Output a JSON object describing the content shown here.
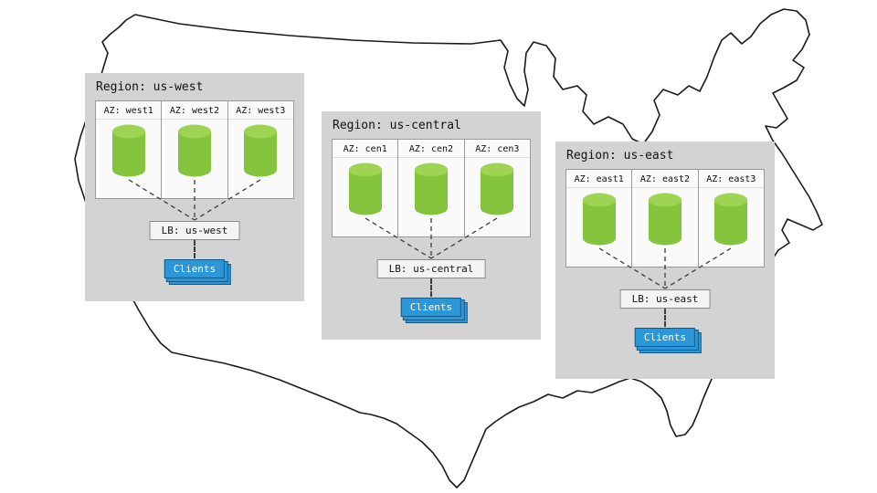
{
  "regions": [
    {
      "title": "Region: us-west",
      "azs": [
        {
          "label": "AZ: west1"
        },
        {
          "label": "AZ: west2"
        },
        {
          "label": "AZ: west3"
        }
      ],
      "lb": "LB: us-west",
      "clients": "Clients"
    },
    {
      "title": "Region: us-central",
      "azs": [
        {
          "label": "AZ: cen1"
        },
        {
          "label": "AZ: cen2"
        },
        {
          "label": "AZ: cen3"
        }
      ],
      "lb": "LB: us-central",
      "clients": "Clients"
    },
    {
      "title": "Region: us-east",
      "azs": [
        {
          "label": "AZ: east1"
        },
        {
          "label": "AZ: east2"
        },
        {
          "label": "AZ: east3"
        }
      ],
      "lb": "LB: us-east",
      "clients": "Clients"
    }
  ],
  "colors": {
    "region_gray": "#d3d3d3",
    "cylinder_green": "#84c43c",
    "cylinder_green_light": "#9fd353",
    "clients_blue": "#2b97d8",
    "clients_blue_dark": "#135a86",
    "line_dark": "#3c3c3c",
    "map_stroke": "#1b1b1b"
  }
}
